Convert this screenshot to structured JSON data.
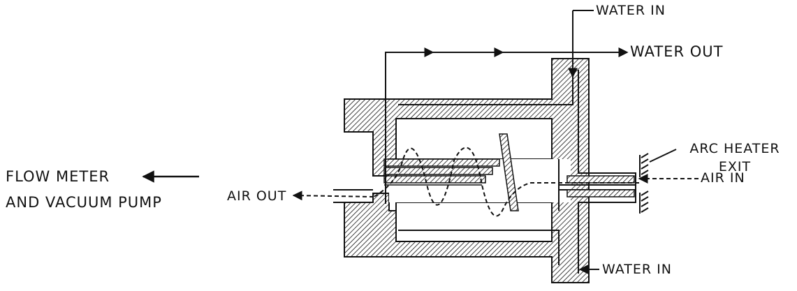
{
  "labels": {
    "flow_meter_line1": "FLOW METER",
    "flow_meter_line2": "AND VACUUM PUMP",
    "air_out": "AIR OUT",
    "air_in": "AIR IN",
    "water_in_top": "WATER IN",
    "water_out": "WATER OUT",
    "arc_heater_line1": "ARC HEATER",
    "arc_heater_line2": "EXIT",
    "water_in_bottom": "WATER IN"
  },
  "colors": {
    "ink": "#111111",
    "background": "#ffffff"
  },
  "icons": {
    "hatch": "diagonal-hatch-pattern",
    "arrow": "solid-arrowhead"
  }
}
